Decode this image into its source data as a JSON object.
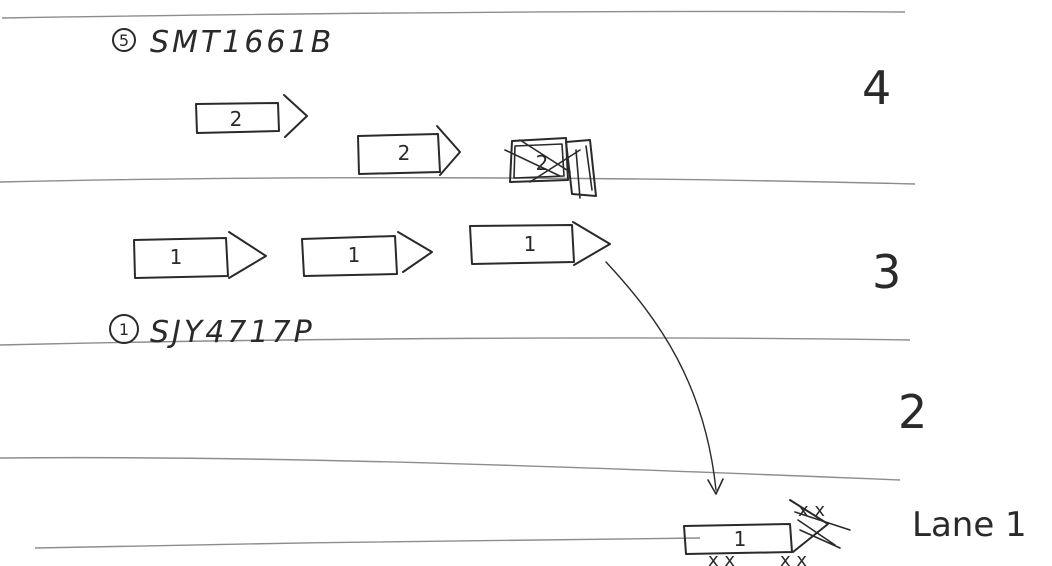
{
  "vehicles": {
    "vehicle_5": {
      "marker": "5",
      "plate": "SMT1661B",
      "car_label": "2"
    },
    "vehicle_1": {
      "marker": "1",
      "plate": "SJY4717P",
      "car_label": "1"
    }
  },
  "lanes": {
    "lane_4": "4",
    "lane_3": "3",
    "lane_2": "2",
    "lane_1": "Lane 1"
  },
  "marks": {
    "collision": "x x"
  }
}
